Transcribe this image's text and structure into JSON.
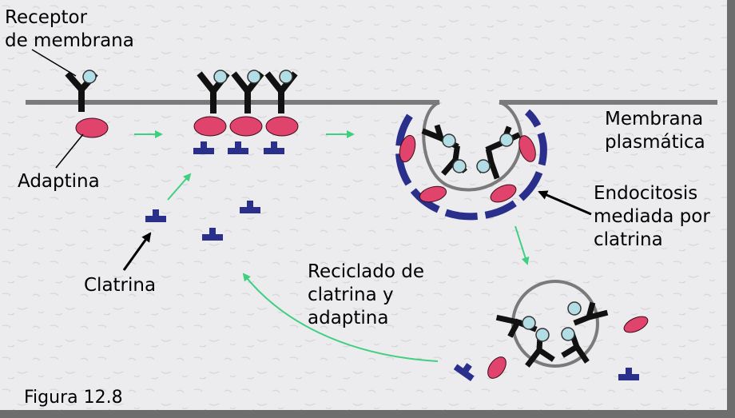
{
  "labels": {
    "receptor": [
      "Receptor",
      "de membrana"
    ],
    "adaptina": "Adaptina",
    "clatrina": "Clatrina",
    "membrana": [
      "Membrana",
      "plasmática"
    ],
    "endocitosis": [
      "Endocitosis",
      "mediada por",
      "clatrina"
    ],
    "reciclado": [
      "Reciclado de",
      "clatrina y",
      "adaptina"
    ],
    "figure": "Figura 12.8"
  },
  "colors": {
    "background": "#ececee",
    "membrane": "#7a7a7a",
    "receptor": "#111111",
    "ligand": "#b3dde5",
    "adaptin": "#e0446c",
    "clathrin": "#2b2f8c",
    "arrow_step": "#3fcf80"
  }
}
